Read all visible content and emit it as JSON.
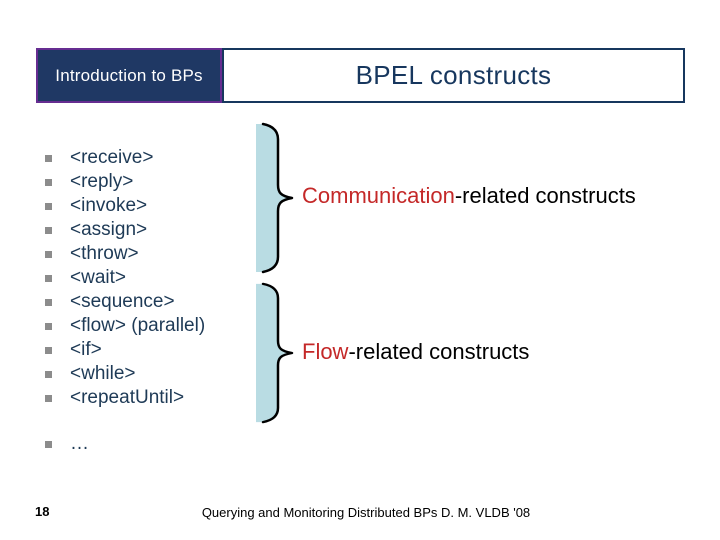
{
  "slide": {
    "tab_label": "Introduction to BPs",
    "title": "BPEL constructs",
    "items": [
      "<receive>",
      "<reply>",
      "<invoke>",
      "<assign>",
      "<throw>",
      "<wait>",
      "<sequence>",
      "<flow> (parallel)",
      "<if>",
      "<while>",
      "<repeatUntil>"
    ],
    "more_item": "…",
    "groups": [
      {
        "highlight": "Communication",
        "rest": "-related constructs"
      },
      {
        "highlight": "Flow",
        "rest": "-related constructs"
      }
    ],
    "page_number": "18",
    "footer": "Querying and Monitoring Distributed BPs D. M. VLDB '08",
    "colors": {
      "header_fill": "#1F3864",
      "header_border": "#662D91",
      "title_border": "#17375E",
      "title_text": "#17375E",
      "list_text": "#1E3A56",
      "bullet_gray": "#8C8C8C",
      "highlight_red": "#C42828",
      "brace_fill": "#B9DCE3",
      "brace_outline": "#000000"
    }
  }
}
